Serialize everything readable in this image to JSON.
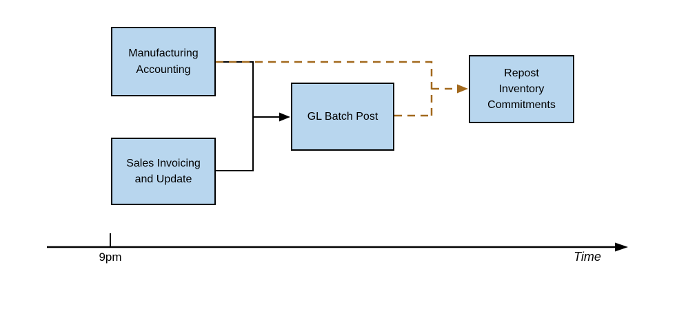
{
  "nodes": {
    "manufacturing": {
      "label": "Manufacturing\nAccounting"
    },
    "sales": {
      "label": "Sales Invoicing\nand Update"
    },
    "gl_batch_post": {
      "label": "GL Batch Post"
    },
    "repost": {
      "label": "Repost\nInventory\nCommitments"
    }
  },
  "edges": [
    {
      "from": "manufacturing",
      "to": "gl_batch_post",
      "style": "solid"
    },
    {
      "from": "sales",
      "to": "gl_batch_post",
      "style": "solid"
    },
    {
      "from": "manufacturing",
      "to": "repost",
      "style": "dashed"
    },
    {
      "from": "gl_batch_post",
      "to": "repost",
      "style": "dashed"
    }
  ],
  "timeline": {
    "tick_label": "9pm",
    "axis_label": "Time"
  },
  "colors": {
    "node_fill": "#B8D6EE",
    "node_border": "#000000",
    "solid_connector": "#000000",
    "dashed_connector": "#A2691D",
    "timeline": "#000000",
    "text": "#000000"
  }
}
